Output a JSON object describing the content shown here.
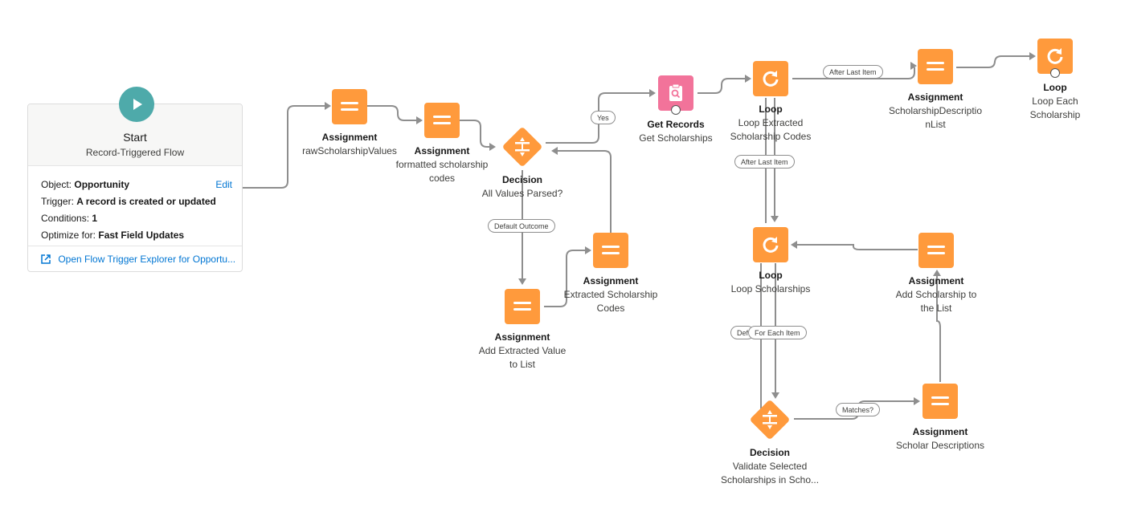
{
  "start": {
    "title": "Start",
    "subtitle": "Record-Triggered Flow",
    "object_label": "Object:",
    "object_value": "Opportunity",
    "edit_label": "Edit",
    "trigger_label": "Trigger:",
    "trigger_value": "A record is created or updated",
    "conditions_label": "Conditions:",
    "conditions_value": "1",
    "optimize_label": "Optimize for:",
    "optimize_value": "Fast Field Updates",
    "explorer_link": "Open Flow Trigger Explorer for Opportu..."
  },
  "elements": {
    "assign_raw": {
      "type": "Assignment",
      "name": "rawScholarshipValues",
      "icon": "equals-icon"
    },
    "assign_formatted": {
      "type": "Assignment",
      "name": "formatted scholarship codes",
      "icon": "equals-icon"
    },
    "decision_parsed": {
      "type": "Decision",
      "name": "All Values Parsed?",
      "icon": "decision-icon"
    },
    "assign_extracted_codes": {
      "type": "Assignment",
      "name": "Extracted Scholarship Codes",
      "icon": "equals-icon"
    },
    "assign_add_extracted": {
      "type": "Assignment",
      "name": "Add Extracted Value to List",
      "icon": "equals-icon"
    },
    "get_records": {
      "type": "Get Records",
      "name": "Get Scholarships",
      "icon": "clipboard-search-icon"
    },
    "loop_extracted": {
      "type": "Loop",
      "name": "Loop Extracted Scholarship Codes",
      "icon": "loop-icon"
    },
    "assign_desc_list": {
      "type": "Assignment",
      "name": "ScholarshipDescriptionList",
      "name_line1": "ScholarshipDescriptio",
      "name_line2": "nList",
      "icon": "equals-icon"
    },
    "loop_each": {
      "type": "Loop",
      "name": "Loop Each Scholarship",
      "icon": "loop-icon"
    },
    "loop_scholarships": {
      "type": "Loop",
      "name": "Loop Scholarships",
      "icon": "loop-icon"
    },
    "assign_add_scholarship": {
      "type": "Assignment",
      "name": "Add Scholarship to the List",
      "icon": "equals-icon"
    },
    "decision_validate": {
      "type": "Decision",
      "name": "Validate Selected Scholarships in Scho...",
      "icon": "decision-icon"
    },
    "assign_scholar_desc": {
      "type": "Assignment",
      "name": "Scholar Descriptions",
      "icon": "equals-icon"
    }
  },
  "connector_labels": {
    "yes": "Yes",
    "default_outcome": "Default Outcome",
    "after_last_item_1": "After Last Item",
    "after_last_item_2": "After Last Item",
    "default_partial": "Def",
    "for_each_item": "For Each Item",
    "matches": "Matches?"
  },
  "colors": {
    "assignment": "#ff9a3c",
    "loop": "#ff9a3c",
    "decision": "#ff9a3c",
    "get_records": "#f2739a",
    "start": "#4eaaaa",
    "link": "#0176d3",
    "connector": "#8e8e8e"
  }
}
